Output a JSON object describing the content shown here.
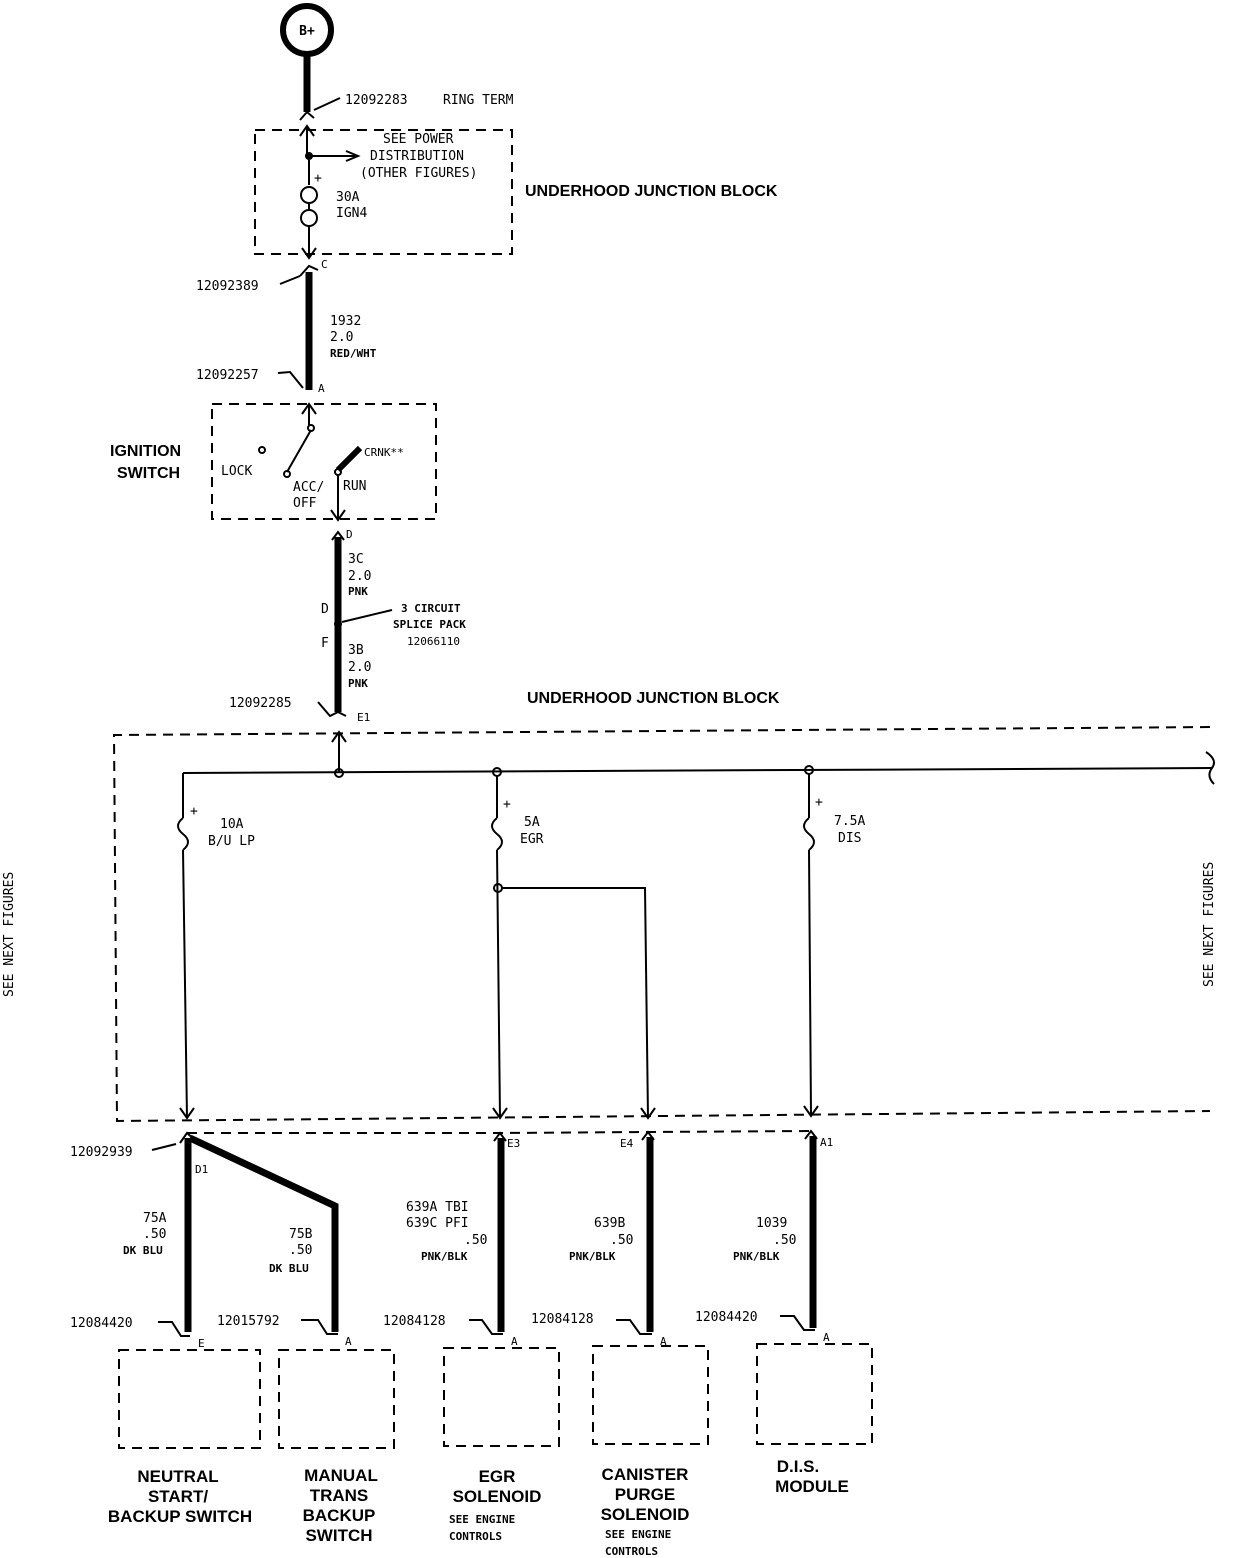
{
  "battery": {
    "label": "B+"
  },
  "ring_term": {
    "part": "12092283",
    "label": "RING TERM"
  },
  "junction_top": {
    "title": "UNDERHOOD JUNCTION BLOCK",
    "power_note": [
      "SEE POWER",
      "DISTRIBUTION",
      "(OTHER FIGURES)"
    ],
    "fuse_rating": "30A",
    "fuse_name": "IGN4",
    "plus": "+",
    "connector_pin": "C"
  },
  "wire_1932": {
    "connector_top": "12092389",
    "circuit": "1932",
    "gauge": "2.0",
    "color": "RED/WHT",
    "connector_bottom": "12092257",
    "pin": "A"
  },
  "ignition_switch": {
    "name_lines": [
      "IGNITION",
      "SWITCH"
    ],
    "positions": {
      "lock": "LOCK",
      "acc": "ACC/",
      "off": "OFF",
      "run": "RUN",
      "crnk": "CRNK**"
    }
  },
  "wire_3c": {
    "pin": "D",
    "circuit": "3C",
    "gauge": "2.0",
    "color": "PNK"
  },
  "splice": {
    "pin_in": "D",
    "pin_out": "F",
    "lines": [
      "3 CIRCUIT",
      "SPLICE PACK",
      "12066110"
    ]
  },
  "wire_3b": {
    "circuit": "3B",
    "gauge": "2.0",
    "color": "PNK",
    "connector": "12092285",
    "pin": "E1"
  },
  "junction_main": {
    "title": "UNDERHOOD JUNCTION BLOCK",
    "see_next_left": "SEE NEXT FIGURES",
    "see_next_right": "SEE NEXT FIGURES",
    "fuses": [
      {
        "plus": "+",
        "rating": "10A",
        "name": "B/U LP"
      },
      {
        "plus": "+",
        "rating": "5A",
        "name": "EGR"
      },
      {
        "plus": "+",
        "rating": "7.5A",
        "name": "DIS"
      }
    ]
  },
  "output_connector": {
    "part": "12092939",
    "pins": [
      "D1",
      "E3",
      "E4",
      "A1"
    ]
  },
  "circuits": [
    {
      "circuit": "75A",
      "gauge": ".50",
      "color": "DK BLU",
      "connector": "12084420",
      "pin": "E"
    },
    {
      "circuit": "75B",
      "gauge": ".50",
      "color": "DK BLU",
      "connector": "12015792",
      "pin": "A"
    },
    {
      "circuit_lines": [
        "639A TBI",
        "639C PFI"
      ],
      "gauge": ".50",
      "color": "PNK/BLK",
      "connector": "12084128",
      "pin": "A"
    },
    {
      "circuit": "639B",
      "gauge": ".50",
      "color": "PNK/BLK",
      "connector": "12084128",
      "pin": "A"
    },
    {
      "circuit": "1039",
      "gauge": ".50",
      "color": "PNK/BLK",
      "connector": "12084420",
      "pin": "A"
    }
  ],
  "components": [
    {
      "lines": [
        "NEUTRAL",
        "START/",
        "BACKUP SWITCH"
      ],
      "note": []
    },
    {
      "lines": [
        "MANUAL",
        "TRANS",
        "BACKUP",
        "SWITCH"
      ],
      "note": []
    },
    {
      "lines": [
        "EGR",
        "SOLENOID"
      ],
      "note": [
        "SEE ENGINE",
        "CONTROLS"
      ]
    },
    {
      "lines": [
        "CANISTER",
        "PURGE",
        "SOLENOID"
      ],
      "note": [
        "SEE ENGINE",
        "CONTROLS"
      ]
    },
    {
      "lines": [
        "D.I.S.",
        "MODULE"
      ],
      "note": []
    }
  ]
}
